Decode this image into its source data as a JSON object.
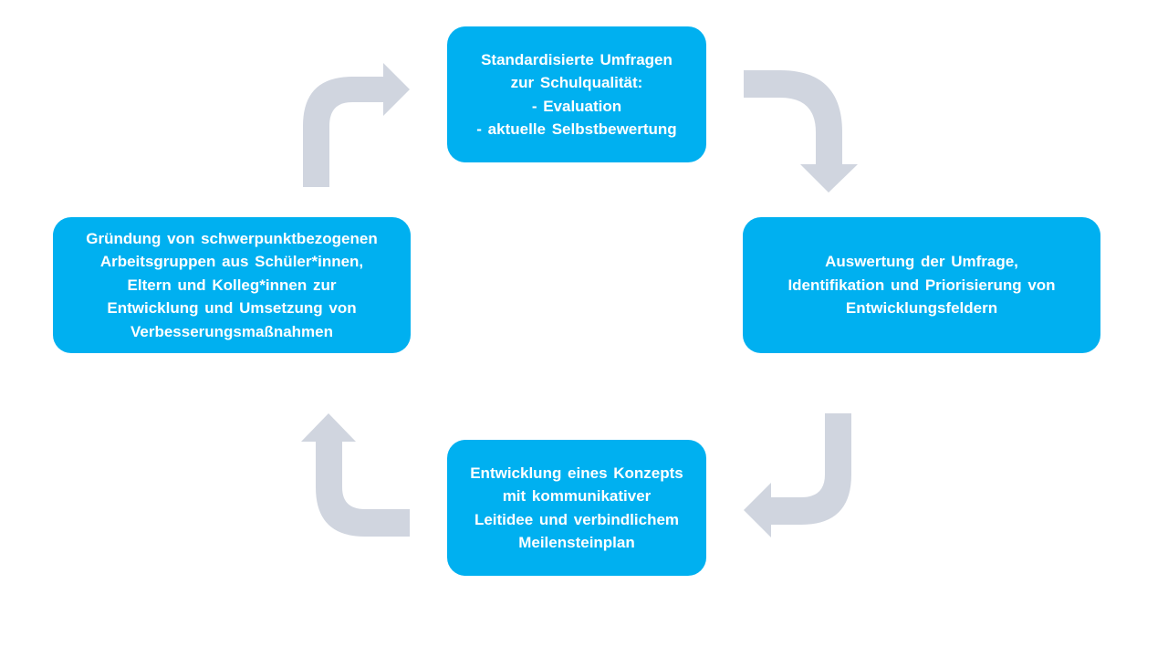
{
  "colors": {
    "box_fill": "#00b0f0",
    "box_text": "#ffffff",
    "arrow": "#d0d5df",
    "background": "#ffffff"
  },
  "diagram": {
    "type": "cycle",
    "direction": "clockwise",
    "steps": [
      {
        "id": "top",
        "lines": [
          "Standardisierte  Umfragen",
          "zur Schulqualität:",
          "- Evaluation",
          "- aktuelle Selbstbewertung"
        ]
      },
      {
        "id": "right",
        "lines": [
          "Auswertung der Umfrage,",
          "Identifikation und Priorisierung  von",
          "Entwicklungsfeldern"
        ]
      },
      {
        "id": "bottom",
        "lines": [
          "Entwicklung eines Konzepts",
          "mit kommunikativer",
          "Leitidee und verbindlichem",
          "Meilensteinplan"
        ]
      },
      {
        "id": "left",
        "lines": [
          "Gründung  von schwerpunktbezogenen",
          "Arbeitsgruppen  aus Schüler*innen,",
          "Eltern und Kolleg*innen zur",
          "Entwicklung und Umsetzung von",
          "Verbesserungsmaßnahmen"
        ]
      }
    ],
    "arrow_icons": [
      "curved-arrow-top-left-to-top",
      "curved-arrow-top-to-right",
      "curved-arrow-right-to-bottom",
      "curved-arrow-bottom-to-left"
    ]
  }
}
